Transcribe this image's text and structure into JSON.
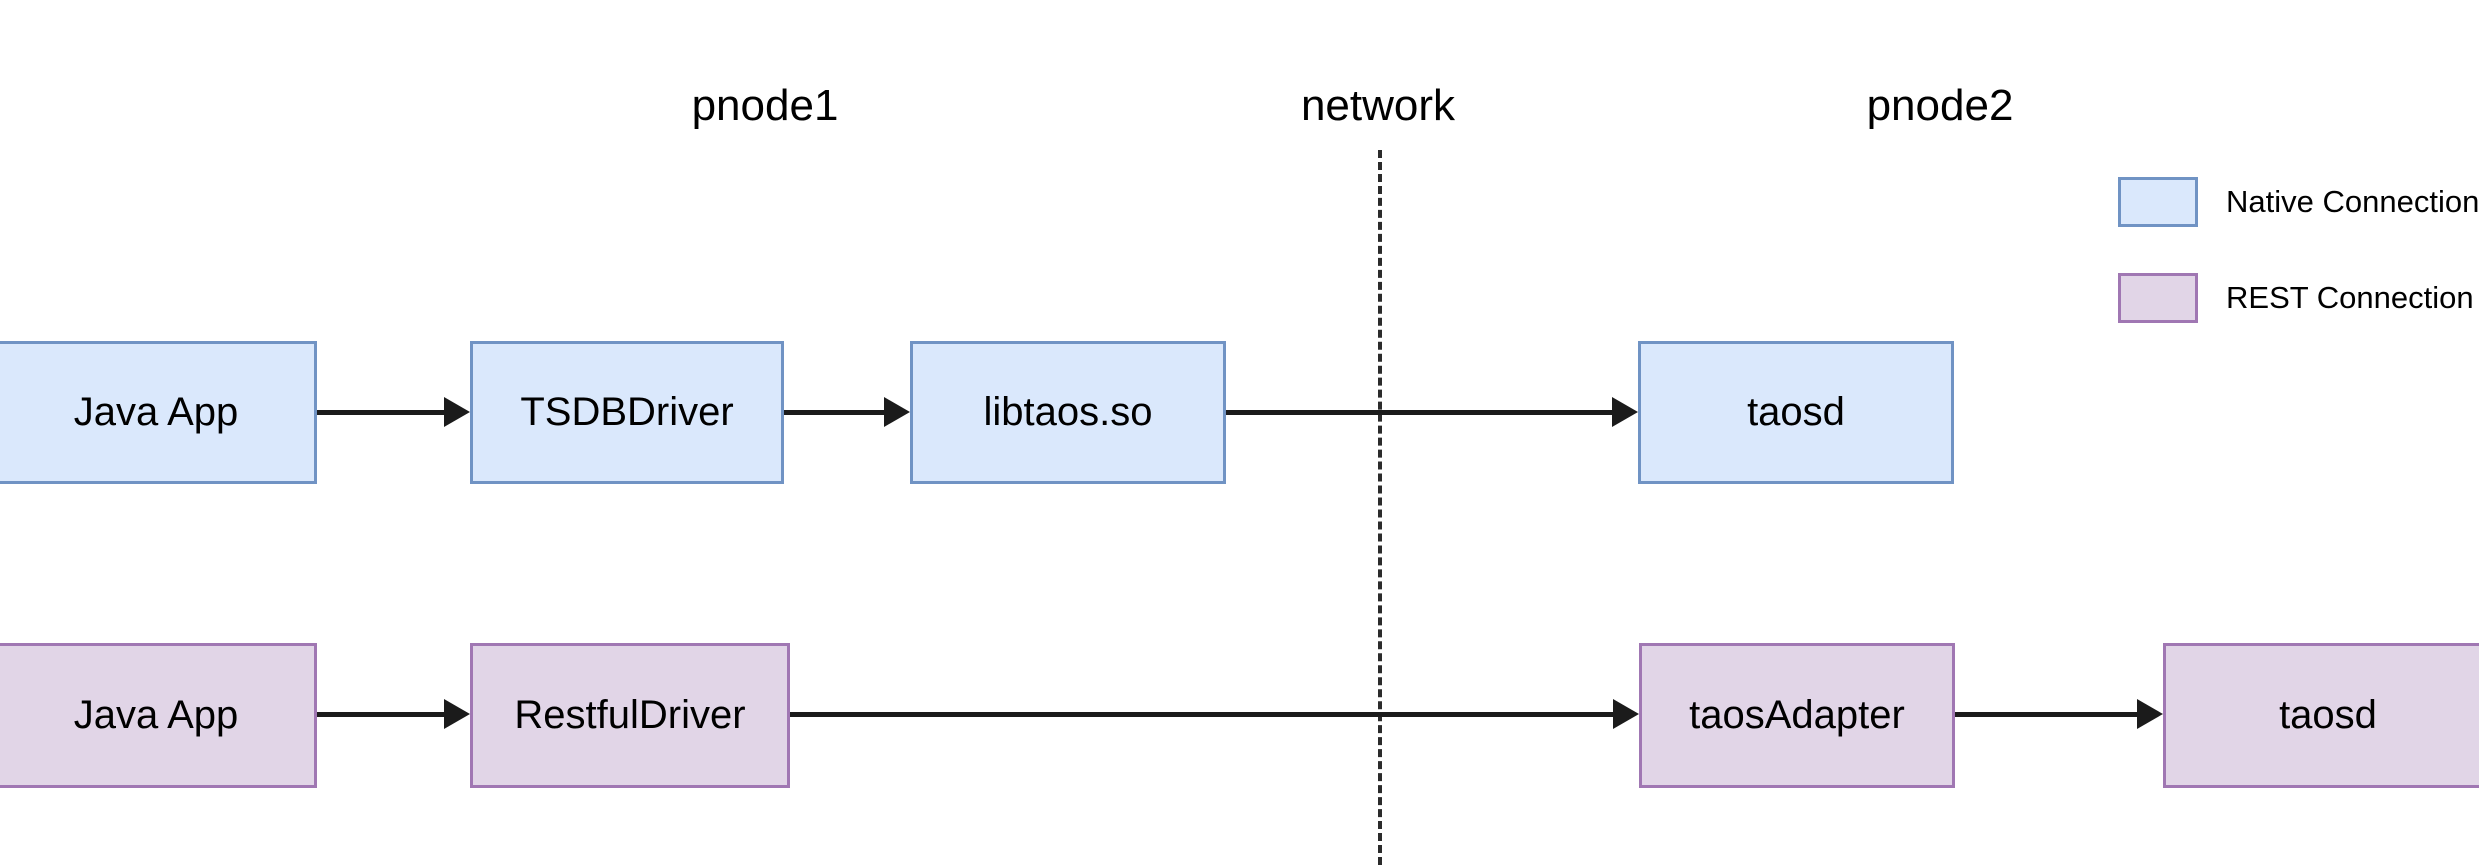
{
  "diagram": {
    "type": "architecture-flow",
    "zones": [
      {
        "id": "pnode1",
        "label": "pnode1"
      },
      {
        "id": "network",
        "label": "network"
      },
      {
        "id": "pnode2",
        "label": "pnode2"
      }
    ],
    "rows": [
      {
        "id": "native",
        "connection_type": "Native Connection",
        "fill": "#dae8fc",
        "stroke": "#7093c4",
        "nodes": [
          {
            "id": "native-javaapp",
            "label": "Java App"
          },
          {
            "id": "native-tsdbdriver",
            "label": "TSDBDriver"
          },
          {
            "id": "native-libtaos",
            "label": "libtaos.so"
          },
          {
            "id": "native-taosd",
            "label": "taosd"
          }
        ]
      },
      {
        "id": "rest",
        "connection_type": "REST Connection",
        "fill": "#e1d5e7",
        "stroke": "#a077b3",
        "nodes": [
          {
            "id": "rest-javaapp",
            "label": "Java App"
          },
          {
            "id": "rest-restfuldriver",
            "label": "RestfulDriver"
          },
          {
            "id": "rest-taosadapter",
            "label": "taosAdapter"
          },
          {
            "id": "rest-taosd",
            "label": "taosd"
          }
        ]
      }
    ],
    "divider": {
      "name": "network-boundary",
      "style": "dashed",
      "color": "#2b2b2b"
    },
    "legend": {
      "items": [
        {
          "id": "native",
          "label": "Native Connection",
          "color": "#dae8fc",
          "border": "#7093c4"
        },
        {
          "id": "rest",
          "label": "REST Connection",
          "color": "#e1d5e7",
          "border": "#a077b3"
        }
      ]
    }
  }
}
